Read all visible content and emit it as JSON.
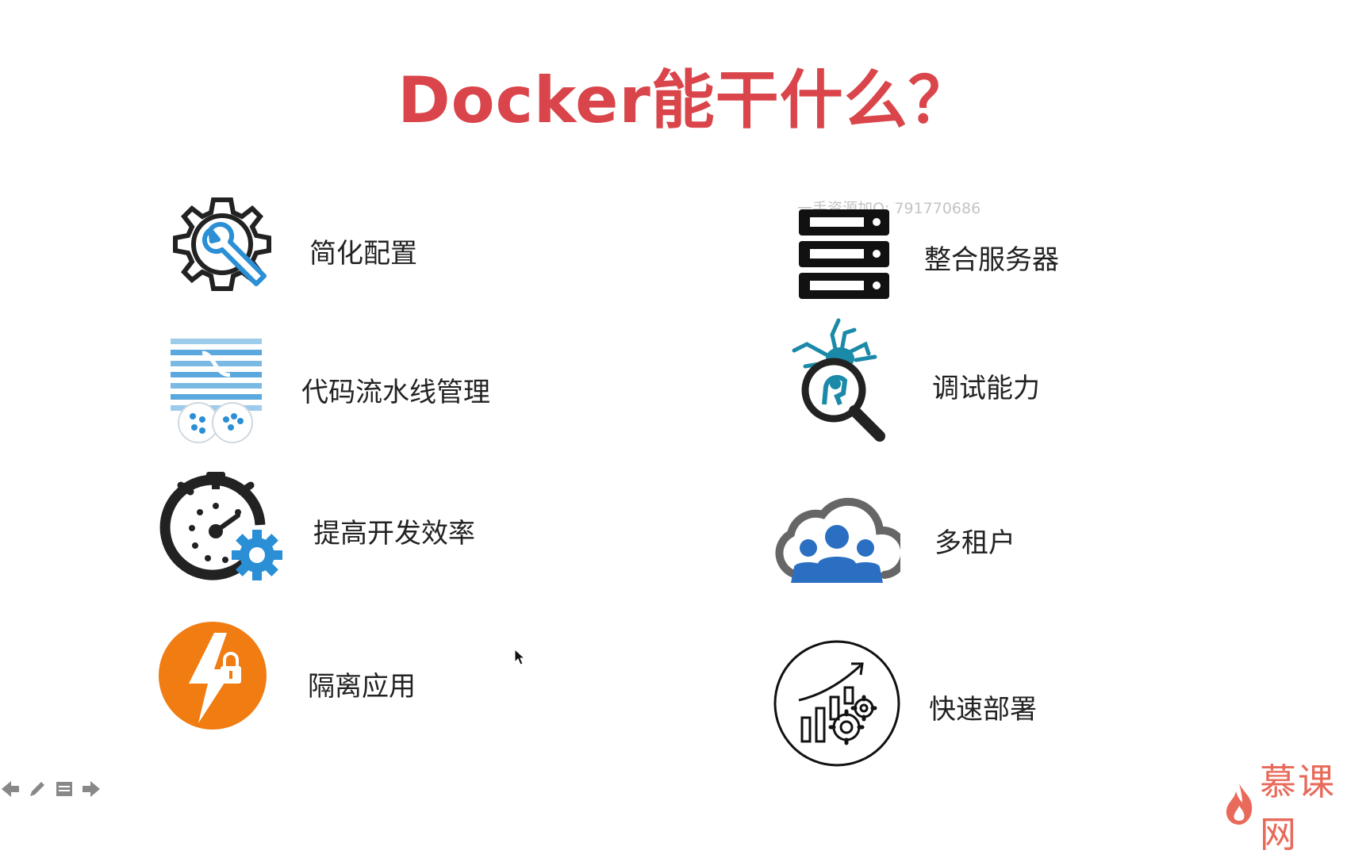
{
  "slide": {
    "title": "Docker能干什么？",
    "title_color": "#d9454a",
    "watermark": "一手资源加Q: 791770686",
    "logo_text": "慕课网",
    "logo_color": "#e86a5a"
  },
  "left_items": [
    {
      "label": "简化配置",
      "icon": "gear-wrench-icon"
    },
    {
      "label": "代码流水线管理",
      "icon": "pipeline-icon"
    },
    {
      "label": "提高开发效率",
      "icon": "stopwatch-gear-icon"
    },
    {
      "label": "隔离应用",
      "icon": "lightning-lock-icon"
    }
  ],
  "right_items": [
    {
      "label": "整合服务器",
      "icon": "server-rack-icon"
    },
    {
      "label": "调试能力",
      "icon": "debug-magnifier-icon"
    },
    {
      "label": "多租户",
      "icon": "cloud-users-icon"
    },
    {
      "label": "快速部署",
      "icon": "deploy-growth-icon"
    }
  ],
  "accent_colors": {
    "blue": "#2b8fd6",
    "dark": "#222222",
    "orange": "#f07c12",
    "teal": "#1a8aa8"
  }
}
